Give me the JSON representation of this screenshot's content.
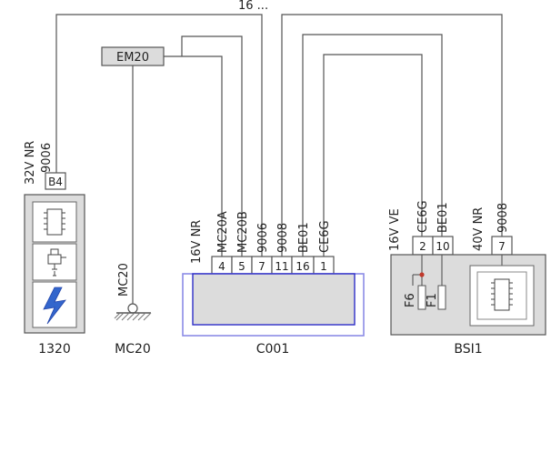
{
  "diagram": {
    "top_label": "16 ...",
    "splice": "EM20",
    "components": {
      "ecu_1320": {
        "name": "1320",
        "connector": "B4",
        "wire": "9006",
        "connector_spec": "32V NR"
      },
      "ground_mc20": {
        "name": "MC20",
        "wire_label": "MC20"
      },
      "connector_c001": {
        "name": "C001",
        "spec": "16V NR",
        "pins": [
          {
            "num": "4",
            "wire": "MC20A"
          },
          {
            "num": "5",
            "wire": "MC20B"
          },
          {
            "num": "7",
            "wire": "9006"
          },
          {
            "num": "11",
            "wire": "9008"
          },
          {
            "num": "16",
            "wire": "BE01"
          },
          {
            "num": "1",
            "wire": "CE6G"
          }
        ]
      },
      "bsi1": {
        "name": "BSI1",
        "spec_left": "16V VE",
        "spec_right": "40V NR",
        "pins": [
          {
            "num": "2",
            "wire": "CE6G"
          },
          {
            "num": "10",
            "wire": "BE01"
          },
          {
            "num": "7",
            "wire": "9008"
          }
        ],
        "fuses": [
          "F6",
          "F1"
        ]
      }
    },
    "colors": {
      "wire": "#555555",
      "fill": "#dcdcdc",
      "highlight": "#8c8ce6",
      "blue": "#2d2dc8",
      "node": "#c0392b"
    }
  }
}
